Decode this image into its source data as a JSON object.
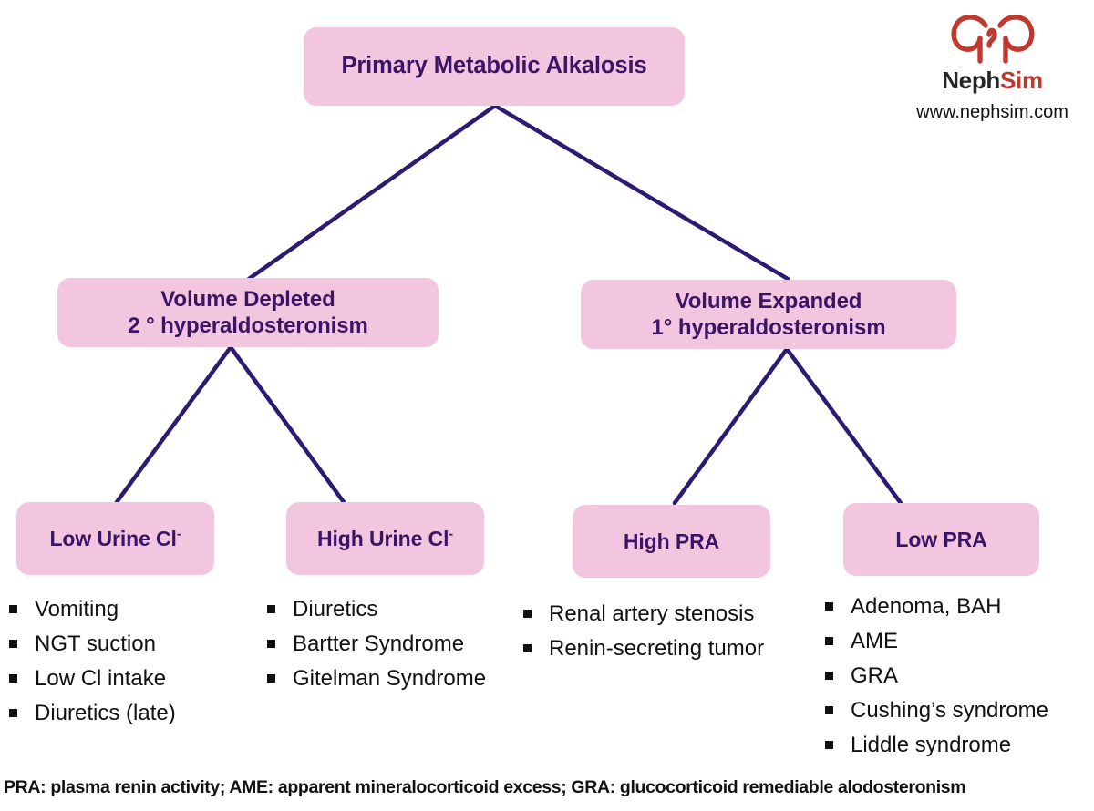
{
  "diagram": {
    "title": "Primary Metabolic Alkalosis",
    "theme": {
      "node_fill": "#f2c6de",
      "node_text": "#3b1465",
      "connector": "#2e1a70",
      "body_text": "#111111",
      "background": "#ffffff"
    },
    "nodes": {
      "root": {
        "label": "Primary Metabolic Alkalosis"
      },
      "volume_depleted": {
        "line1": "Volume Depleted",
        "line2": "2 ° hyperaldosteronism"
      },
      "volume_expanded": {
        "line1": "Volume Expanded",
        "line2": "1° hyperaldosteronism"
      },
      "low_urine_cl": {
        "label": "Low Urine Cl",
        "charge": "-"
      },
      "high_urine_cl": {
        "label": "High Urine Cl",
        "charge": "-"
      },
      "high_pra": {
        "label": "High PRA"
      },
      "low_pra": {
        "label": "Low PRA"
      }
    },
    "lists": {
      "low_urine_cl": [
        "Vomiting",
        "NGT suction",
        "Low Cl intake",
        "Diuretics (late)"
      ],
      "high_urine_cl": [
        "Diuretics",
        "Bartter Syndrome",
        "Gitelman Syndrome"
      ],
      "high_pra": [
        "Renal artery stenosis",
        "Renin-secreting tumor"
      ],
      "low_pra": [
        "Adenoma, BAH",
        "AME",
        "GRA",
        "Cushing’s syndrome",
        "Liddle syndrome"
      ]
    },
    "footnote": "PRA: plasma renin activity; AME: apparent mineralocorticoid excess; GRA: glucocorticoid remediable alodosteronism"
  },
  "branding": {
    "word_primary": "Neph",
    "word_secondary": "Sim",
    "url": "www.nephsim.com",
    "logo_color": "#c0392f"
  }
}
